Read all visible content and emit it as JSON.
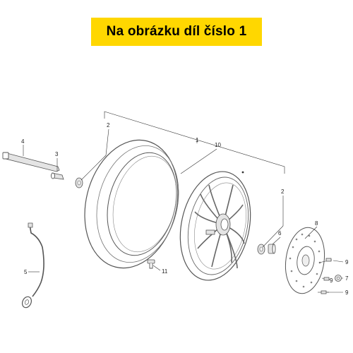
{
  "banner": {
    "text": "Na obrázku díl číslo 1",
    "bg_color": "#FFD700"
  },
  "callouts": [
    {
      "id": "c1",
      "label": "1"
    },
    {
      "id": "c2a",
      "label": "2"
    },
    {
      "id": "c2b",
      "label": "2"
    },
    {
      "id": "c3",
      "label": "3"
    },
    {
      "id": "c4",
      "label": "4"
    },
    {
      "id": "c5",
      "label": "5"
    },
    {
      "id": "c6",
      "label": "6"
    },
    {
      "id": "c7",
      "label": "7"
    },
    {
      "id": "c8",
      "label": "8"
    },
    {
      "id": "c9a",
      "label": "9"
    },
    {
      "id": "c9b",
      "label": "9"
    },
    {
      "id": "c9c",
      "label": "9"
    },
    {
      "id": "c10",
      "label": "10"
    },
    {
      "id": "c11",
      "label": "11"
    }
  ]
}
